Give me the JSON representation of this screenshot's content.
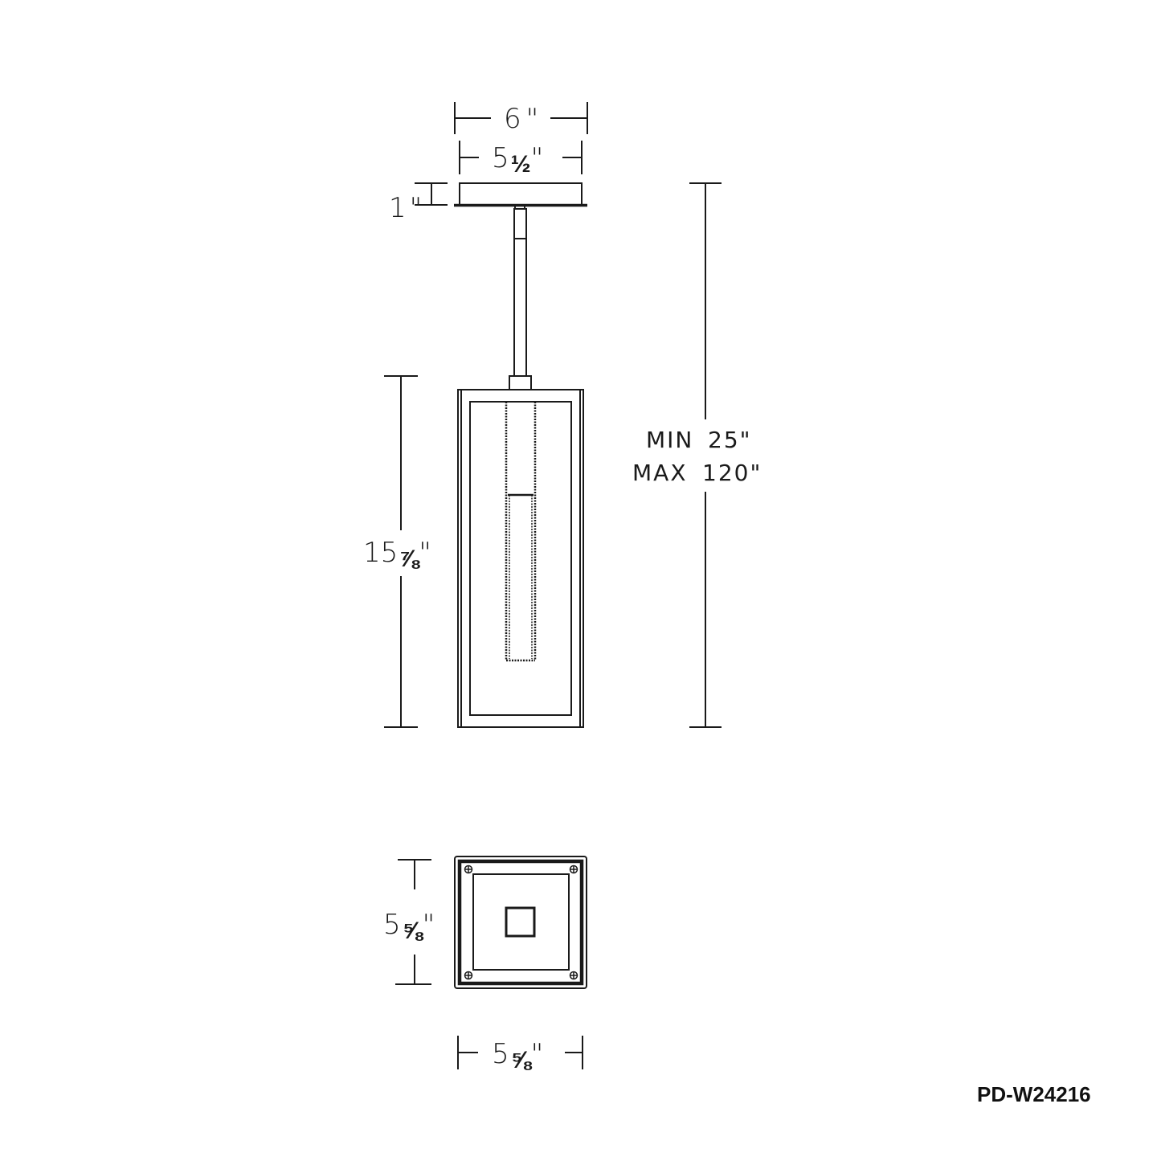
{
  "diagram": {
    "type": "technical-dimension-drawing",
    "subject": "pendant light fixture",
    "views": [
      "side-elevation",
      "bottom-plan"
    ],
    "dimensions": {
      "canopy_outer_width": {
        "whole": "6",
        "frac": "",
        "unit": "\""
      },
      "canopy_inner_width": {
        "whole": "5",
        "frac": "½",
        "unit": "\""
      },
      "canopy_height": {
        "whole": "1",
        "frac": "",
        "unit": "\""
      },
      "fixture_height": {
        "whole": "15",
        "frac": "⅞",
        "unit": "\""
      },
      "overall_height_min_label": "MIN",
      "overall_height_min": "25\"",
      "overall_height_max_label": "MAX",
      "overall_height_max": "120\"",
      "plan_depth": {
        "whole": "5",
        "frac": "⅝",
        "unit": "\""
      },
      "plan_width": {
        "whole": "5",
        "frac": "⅝",
        "unit": "\""
      }
    },
    "model_number": "PD-W24216",
    "line_color": "#1a1a1a",
    "background": "#ffffff"
  }
}
